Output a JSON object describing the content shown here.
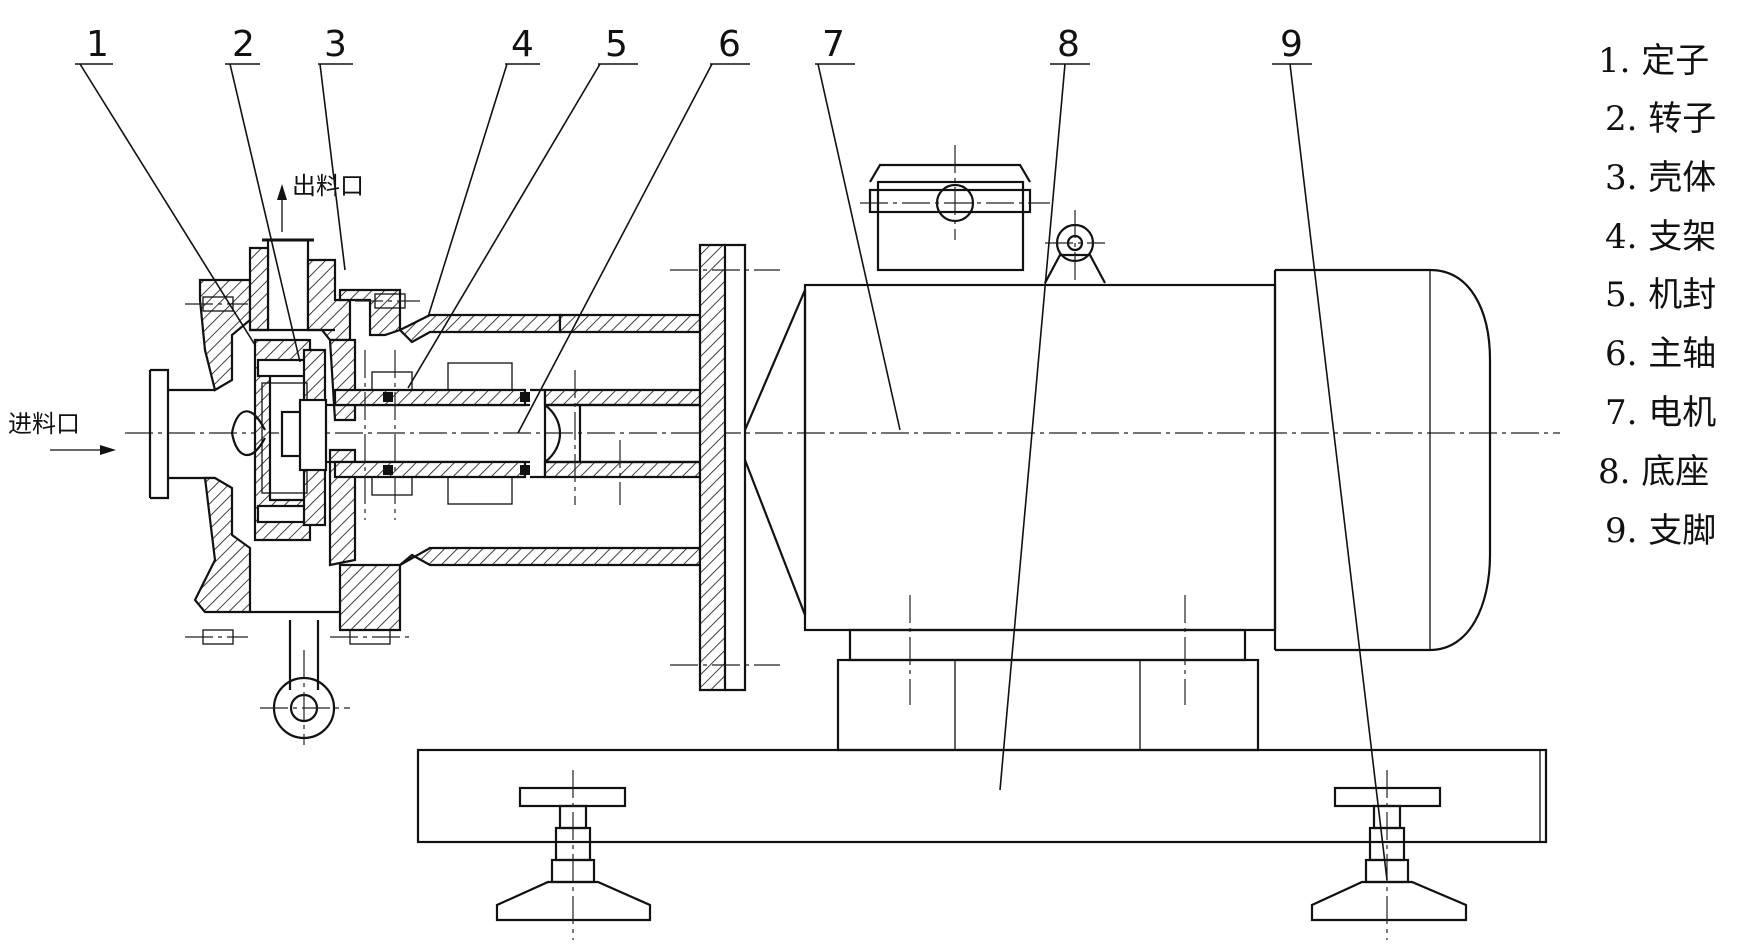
{
  "callouts": [
    "1",
    "2",
    "3",
    "4",
    "5",
    "6",
    "7",
    "8",
    "9"
  ],
  "ports": {
    "outlet": "出料口",
    "inlet": "进料口"
  },
  "legend": [
    "1. 定子",
    "2. 转子",
    "3. 壳体",
    "4. 支架",
    "5. 机封",
    "6. 主轴",
    "7. 电机",
    "8. 底座",
    "9. 支脚"
  ]
}
